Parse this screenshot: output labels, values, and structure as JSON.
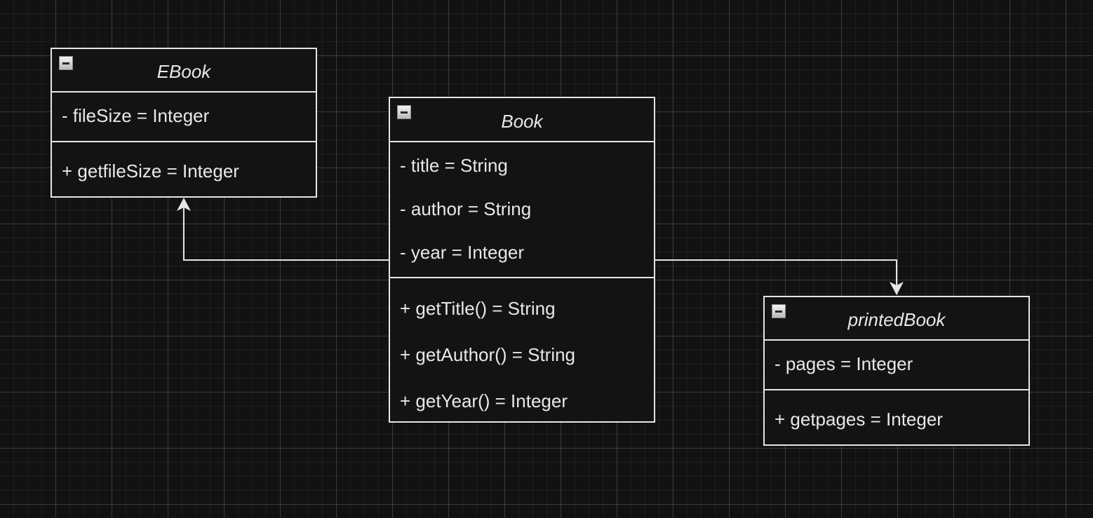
{
  "diagram": {
    "classes": [
      {
        "id": "ebook",
        "name": "EBook",
        "attributes": [
          "- fileSize = Integer"
        ],
        "operations": [
          "+ getfileSize = Integer"
        ]
      },
      {
        "id": "book",
        "name": "Book",
        "attributes": [
          "- title = String",
          "- author = String",
          "- year = Integer"
        ],
        "operations": [
          "+ getTitle() = String",
          "+ getAuthor() = String",
          "+ getYear() = Integer"
        ]
      },
      {
        "id": "printedbook",
        "name": "printedBook",
        "attributes": [
          "- pages = Integer"
        ],
        "operations": [
          "+ getpages = Integer"
        ]
      }
    ],
    "connectors": [
      {
        "from": "Book",
        "to": "EBook"
      },
      {
        "from": "Book",
        "to": "printedBook"
      }
    ],
    "colors": {
      "background": "#121212",
      "line": "#e6e6e6",
      "text": "#e8e8e8"
    },
    "icons": {
      "collapse": "collapse-minus-icon"
    }
  }
}
